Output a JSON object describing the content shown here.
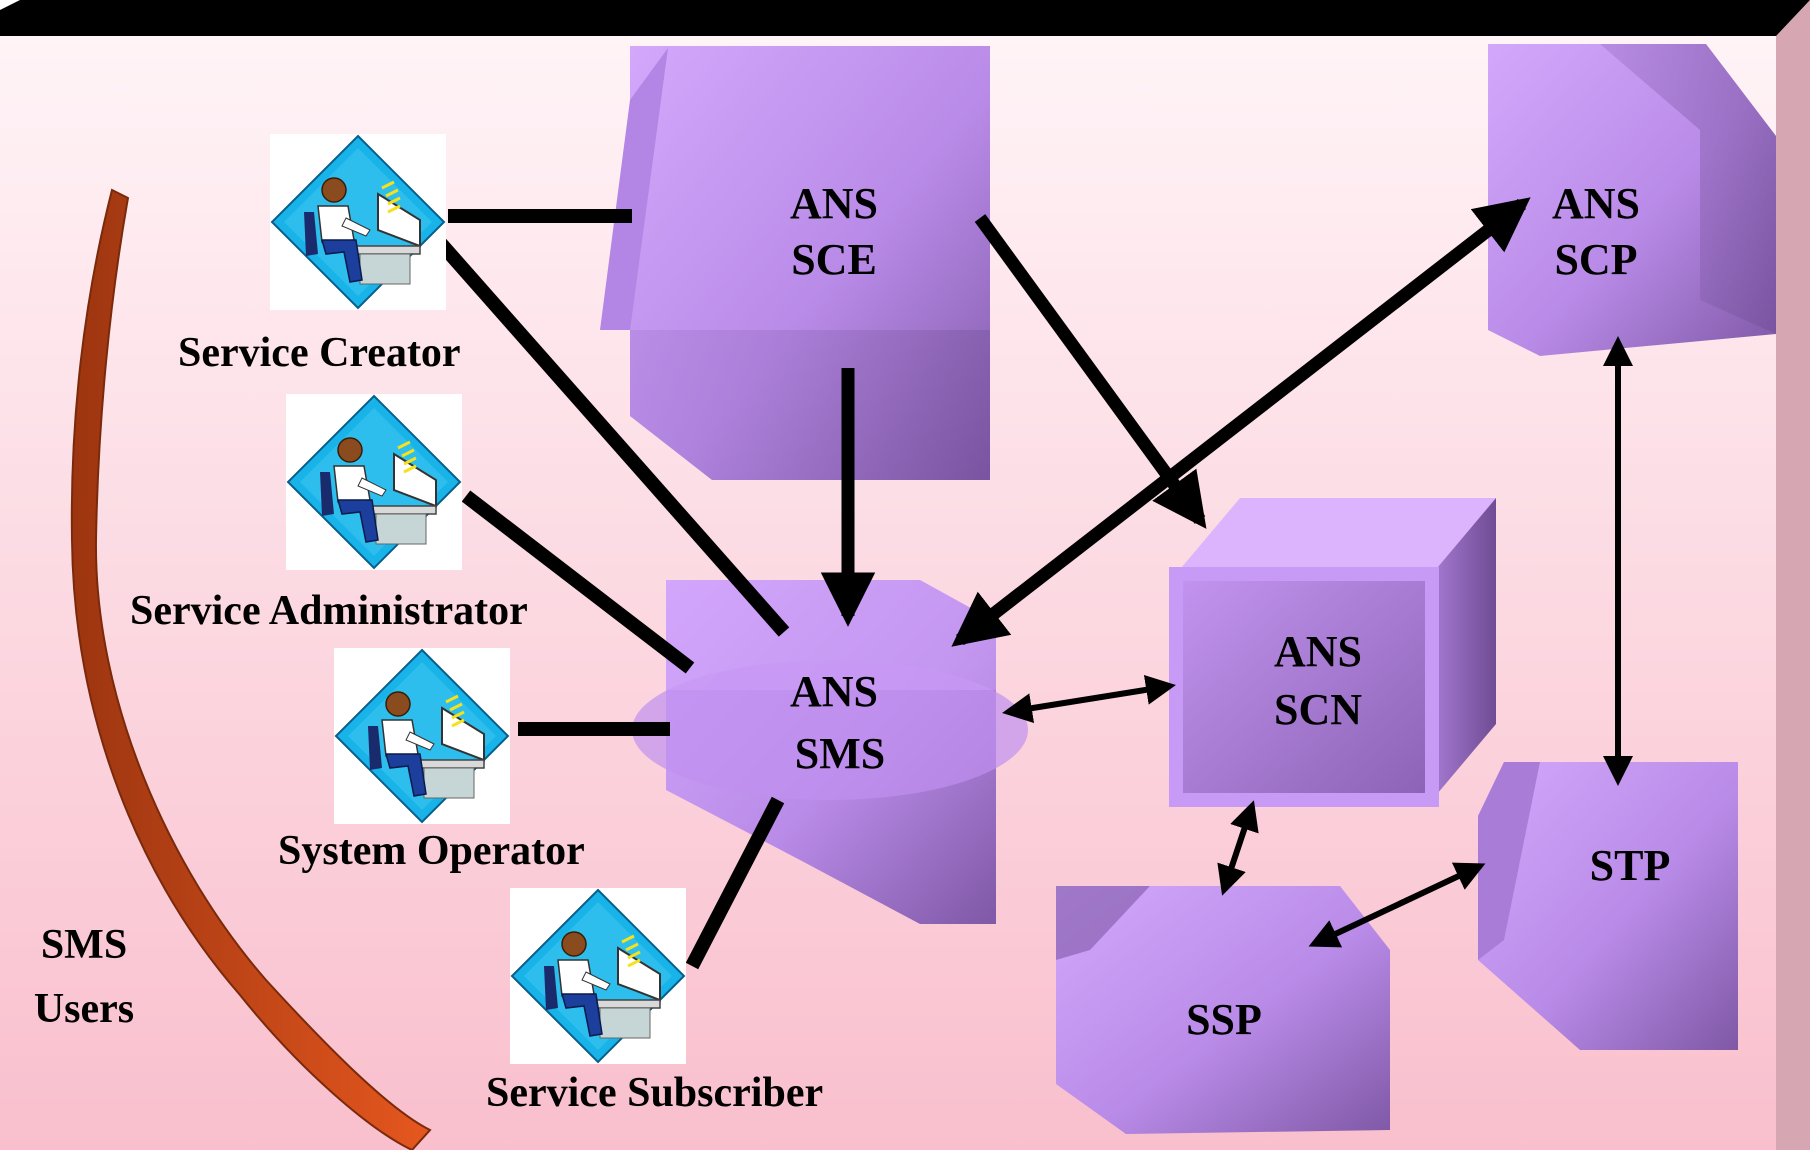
{
  "colors": {
    "panel_top": "#fff4f7",
    "panel_bottom": "#f9bfcd",
    "right_edge": "#d6a6b2",
    "top_bar": "#000000",
    "block_light": "#c89cf2",
    "block_dark": "#8b62b5",
    "arc": "#e2561e",
    "arrow": "#000000"
  },
  "users": [
    {
      "label": "Service Creator",
      "icon": "user-at-computer-icon"
    },
    {
      "label": "Service Administrator",
      "icon": "user-at-computer-icon"
    },
    {
      "label": "System Operator",
      "icon": "user-at-computer-icon"
    },
    {
      "label": "Service Subscriber",
      "icon": "user-at-computer-icon"
    }
  ],
  "group_label": {
    "line1": "SMS",
    "line2": "Users"
  },
  "nodes": {
    "sce": {
      "line1": "ANS",
      "line2": "SCE"
    },
    "scp": {
      "line1": "ANS",
      "line2": "SCP"
    },
    "sms": {
      "line1": "ANS",
      "line2": "SMS"
    },
    "scn": {
      "line1": "ANS",
      "line2": "SCN"
    },
    "ssp": {
      "line1": "SSP"
    },
    "stp": {
      "line1": "STP"
    }
  }
}
